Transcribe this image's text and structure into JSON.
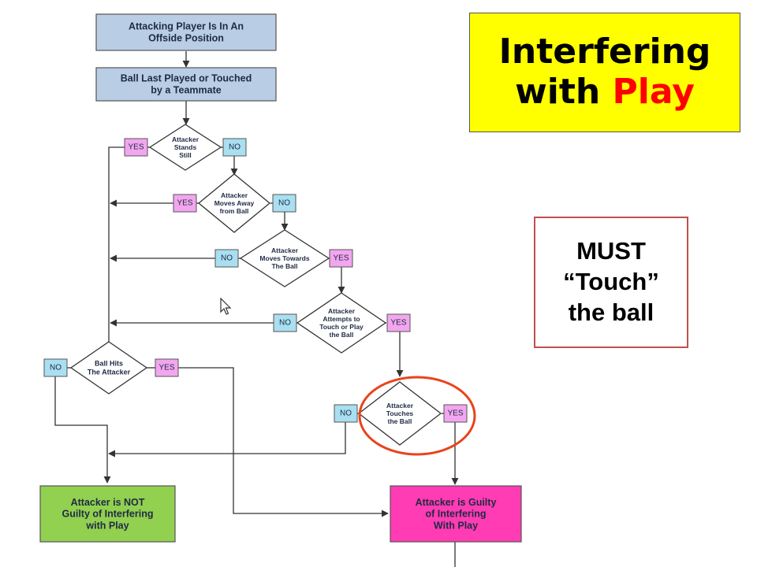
{
  "title": {
    "line1": "Interfering",
    "line2_prefix": "with",
    "line2_accent": "Play"
  },
  "note": {
    "line1": "MUST",
    "line2": "“Touch”",
    "line3": "the ball"
  },
  "flowchart": {
    "start": [
      "Attacking Player Is  In  An",
      "Offside Position"
    ],
    "step2": [
      "Ball Last Played or Touched",
      "by a Teammate"
    ],
    "d_stands_still": [
      "Attacker",
      "Stands",
      "Still"
    ],
    "d_moves_away": [
      "Attacker",
      "Moves Away",
      "from Ball"
    ],
    "d_moves_towards": [
      "Attacker",
      "Moves Towards",
      "The Ball"
    ],
    "d_attempts": [
      "Attacker",
      "Attempts to",
      "Touch or Play",
      "the Ball"
    ],
    "d_ball_hits": [
      "Ball Hits",
      "The Attacker"
    ],
    "d_touches": [
      "Attacker",
      "Touches",
      "the Ball"
    ],
    "yes": "YES",
    "no": "NO",
    "outcome_not_guilty": [
      "Attacker is NOT",
      "Guilty of Interfering",
      "with Play"
    ],
    "outcome_guilty": [
      "Attacker is Guilty",
      "of Interfering",
      "With Play"
    ]
  },
  "colors": {
    "title_bg": "#ffff00",
    "title_accent": "#ff0000",
    "note_border": "#c0504d",
    "process_box": "#b9cde5",
    "yes_box": "#f2a6ef",
    "no_box": "#a9dff0",
    "not_guilty": "#92d050",
    "guilty": "#ff3cb4",
    "highlight_circle": "#e8441b"
  },
  "icons": {
    "cursor": "mouse-pointer-icon"
  }
}
